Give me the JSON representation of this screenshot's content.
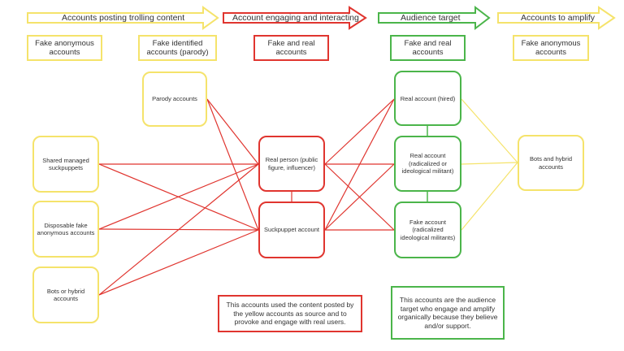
{
  "colors": {
    "yellow": "#f5e36b",
    "red": "#e0352f",
    "green": "#4bb54a",
    "text": "#333333"
  },
  "stages": [
    {
      "label": "Accounts posting trolling content",
      "color": "yellow"
    },
    {
      "label": "Account engaging and interacting",
      "color": "red"
    },
    {
      "label": "Audience target",
      "color": "green"
    },
    {
      "label": "Accounts to amplify",
      "color": "yellow"
    }
  ],
  "categories": {
    "fake_anonymous_left": "Fake anonymous accounts",
    "fake_identified": "Fake identified accounts (parody)",
    "fake_and_real_red": "Fake and real accounts",
    "fake_and_real_green": "Fake and real accounts",
    "fake_anonymous_right": "Fake anonymous accounts"
  },
  "nodes": {
    "parody": "Parody accounts",
    "shared": "Shared managed suckpuppets",
    "disposable": "Disposable fake anonymous accounts",
    "bots_left": "Bots or hybrid accounts",
    "real_person": "Real person (public figure, influencer)",
    "suckpuppet": "Suckpuppet account",
    "real_hired": "Real account (hired)",
    "real_radicalized": "Real account (radicalized or ideological militant)",
    "fake_radicalized": "Fake account (radicalized ideological militants)",
    "bots_right": "Bots and hybrid accounts"
  },
  "notes": {
    "red": "This accounts used the content posted by the yellow accounts as source and to provoke and engage with real users.",
    "green": "This accounts are the audience target who engage and amplify organically because they believe and/or support."
  }
}
